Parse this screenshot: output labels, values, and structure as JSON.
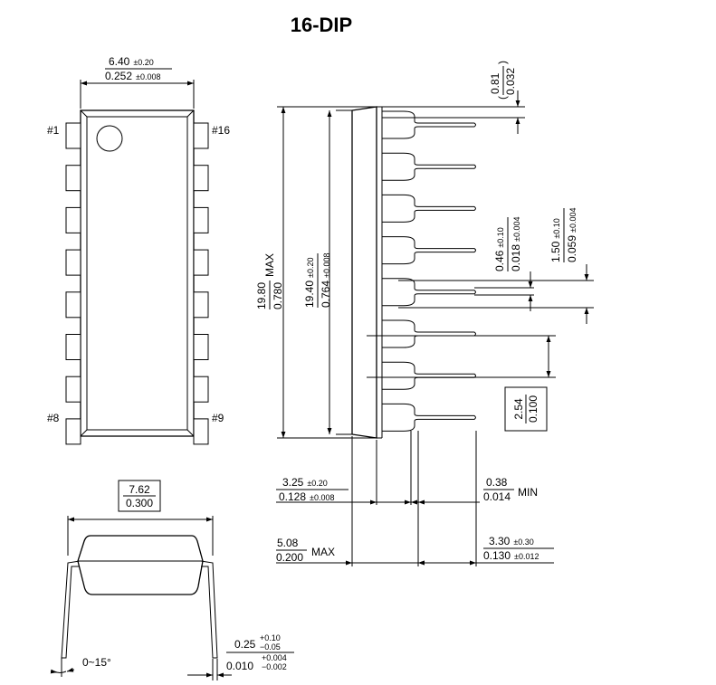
{
  "title": "16-DIP",
  "pins": {
    "first": "#1",
    "last_top": "#16",
    "bottom_left": "#8",
    "bottom_right": "#9"
  },
  "dims": {
    "body_width": {
      "mm": "6.40",
      "mm_tol": "±0.20",
      "in": "0.252",
      "in_tol": "±0.008"
    },
    "overall_length": {
      "mm": "19.80",
      "in": "0.780",
      "note": "MAX"
    },
    "body_length": {
      "mm": "19.40",
      "mm_tol": "±0.20",
      "in": "0.764",
      "in_tol": "±0.008"
    },
    "end_lead": {
      "mm": "0.81",
      "in": "0.032",
      "open": "(",
      "close": ")"
    },
    "lead_width": {
      "mm": "0.46",
      "mm_tol": "±0.10",
      "in": "0.018",
      "in_tol": "±0.004"
    },
    "shoulder_width": {
      "mm": "1.50",
      "mm_tol": "±0.10",
      "in": "0.059",
      "in_tol": "±0.004"
    },
    "pitch": {
      "mm": "2.54",
      "in": "0.100"
    },
    "body_thickness": {
      "mm": "3.25",
      "mm_tol": "±0.20",
      "in": "0.128",
      "in_tol": "±0.008"
    },
    "standoff": {
      "mm": "0.38",
      "in": "0.014",
      "note": "MIN"
    },
    "seated_height": {
      "mm": "5.08",
      "in": "0.200",
      "note": "MAX"
    },
    "lead_length": {
      "mm": "3.30",
      "mm_tol": "±0.30",
      "in": "0.130",
      "in_tol": "±0.012"
    },
    "row_spacing": {
      "mm": "7.62",
      "in": "0.300"
    },
    "lead_thickness": {
      "mm": "0.25",
      "mm_tol_up": "+0.10",
      "mm_tol_dn": "−0.05",
      "in": "0.010",
      "in_tol_up": "+0.004",
      "in_tol_dn": "−0.002"
    },
    "lead_angle": {
      "text": "0~15°"
    }
  }
}
